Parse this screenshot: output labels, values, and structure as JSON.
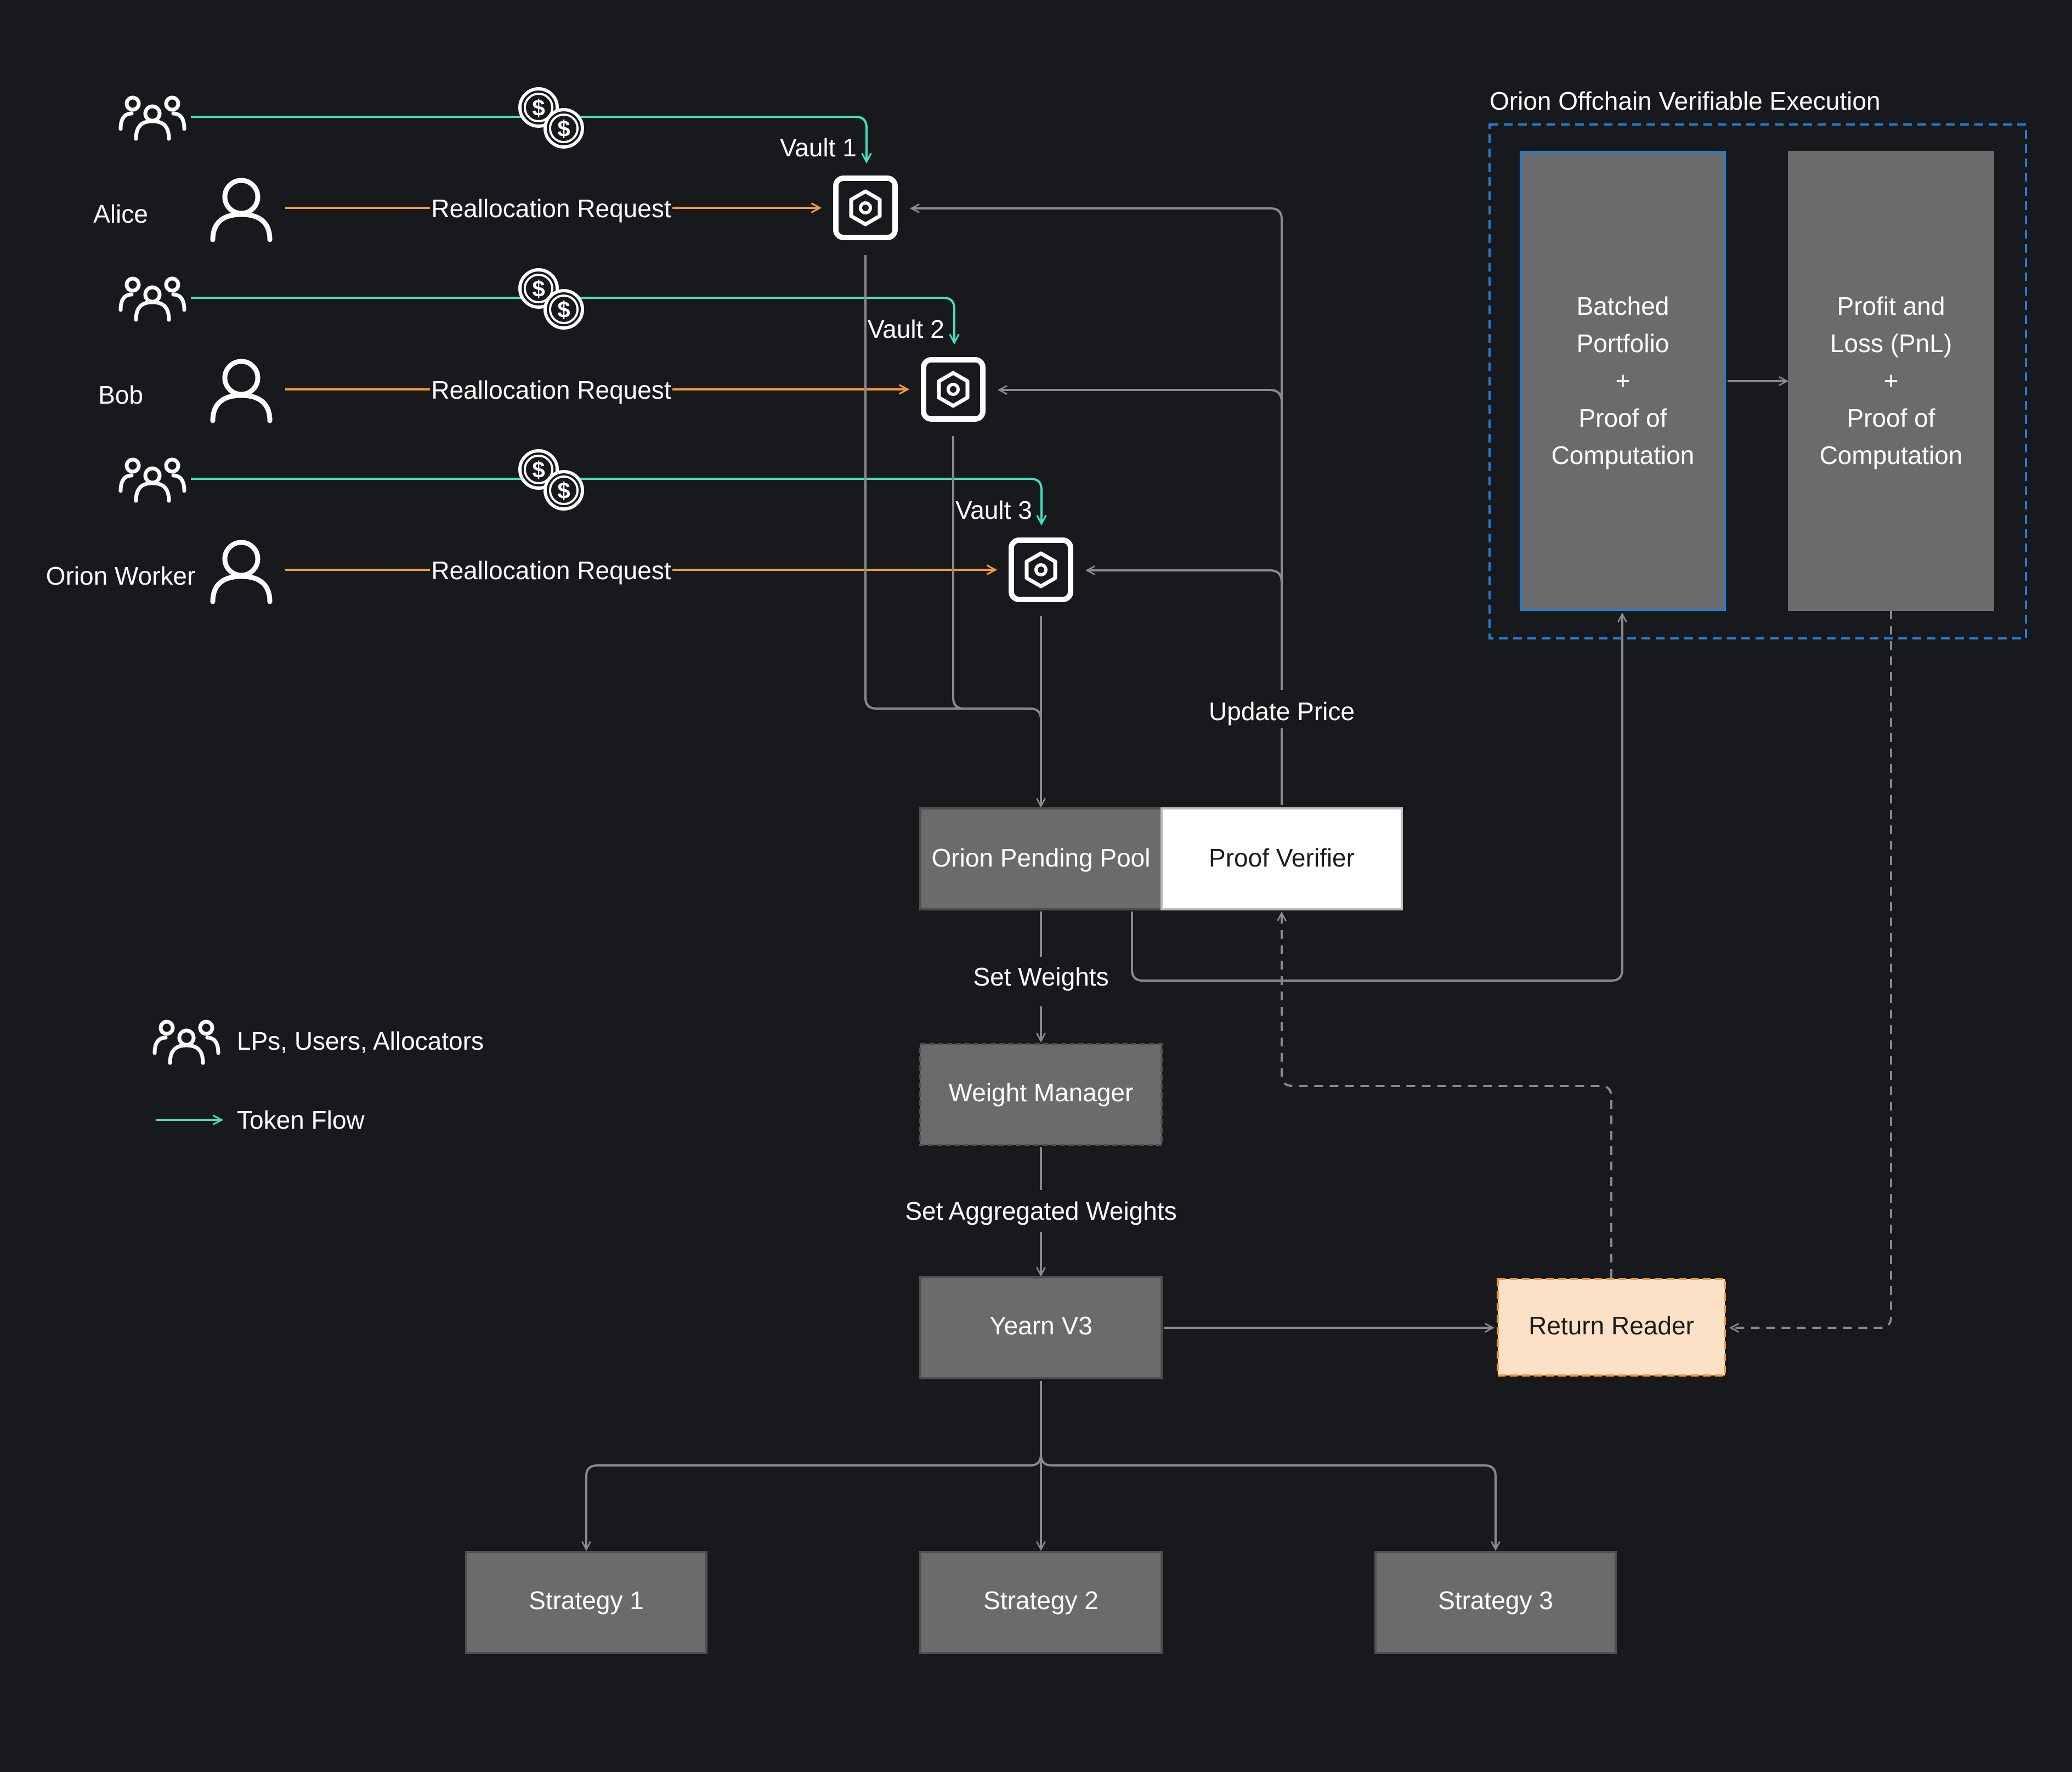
{
  "actors": [
    {
      "name": "Alice"
    },
    {
      "name": "Bob"
    },
    {
      "name": "Orion Worker"
    }
  ],
  "vaults": [
    {
      "label": "Vault 1"
    },
    {
      "label": "Vault 2"
    },
    {
      "label": "Vault 3"
    }
  ],
  "request_label": "Reallocation Request",
  "update_price_label": "Update Price",
  "pending_pool_label": "Orion Pending Pool",
  "proof_verifier_label": "Proof Verifier",
  "set_weights_label": "Set Weights",
  "weight_manager_label": "Weight Manager",
  "set_aggregated_weights_label": "Set Aggregated Weights",
  "yearn_label": "Yearn V3",
  "return_reader_label": "Return Reader",
  "strategies": [
    {
      "label": "Strategy 1"
    },
    {
      "label": "Strategy 2"
    },
    {
      "label": "Strategy 3"
    }
  ],
  "offchain": {
    "title": "Orion Offchain Verifiable Execution",
    "batched_lines": [
      "Batched",
      "Portfolio",
      "+",
      "Proof of",
      "Computation"
    ],
    "pnl_lines": [
      "Profit and",
      "Loss (PnL)",
      "+",
      "Proof of",
      "Computation"
    ]
  },
  "legend": {
    "group_label": "LPs, Users, Allocators",
    "token_flow_label": "Token Flow"
  },
  "colors": {
    "background": "#18191c",
    "token_flow": "#43e0c0",
    "request": "#f29a38",
    "connector": "#8a8a8a",
    "box": "#6b6b6b",
    "return_reader_fill": "#fde1c6",
    "return_reader_border": "#f29a38",
    "offchain_border": "#1f7ed6"
  }
}
